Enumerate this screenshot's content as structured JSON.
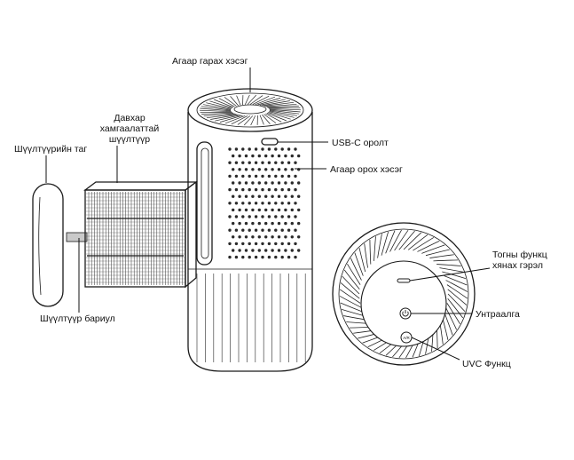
{
  "labels": {
    "air_outlet": "Агаар гарах хэсэг",
    "usb_c_port": "USB-C оролт",
    "air_inlet": "Агаар орох хэсэг",
    "filter_line1": "Давхар",
    "filter_line2": "хамгаалаттай",
    "filter_line3": "шүүлтүүр",
    "filter_cover": "Шүүлтүүрийн таг",
    "filter_strap": "Шүүлтүүр бариул",
    "wind_speed_line1": "Тогны функц",
    "wind_speed_line2": "хянах гэрэл",
    "power_button": "Унтраалга",
    "uvc_function": "UVC Функц"
  },
  "button_marks": {
    "uvc": "A/R"
  },
  "colors": {
    "line": "#1a1a1a",
    "background": "#ffffff"
  }
}
